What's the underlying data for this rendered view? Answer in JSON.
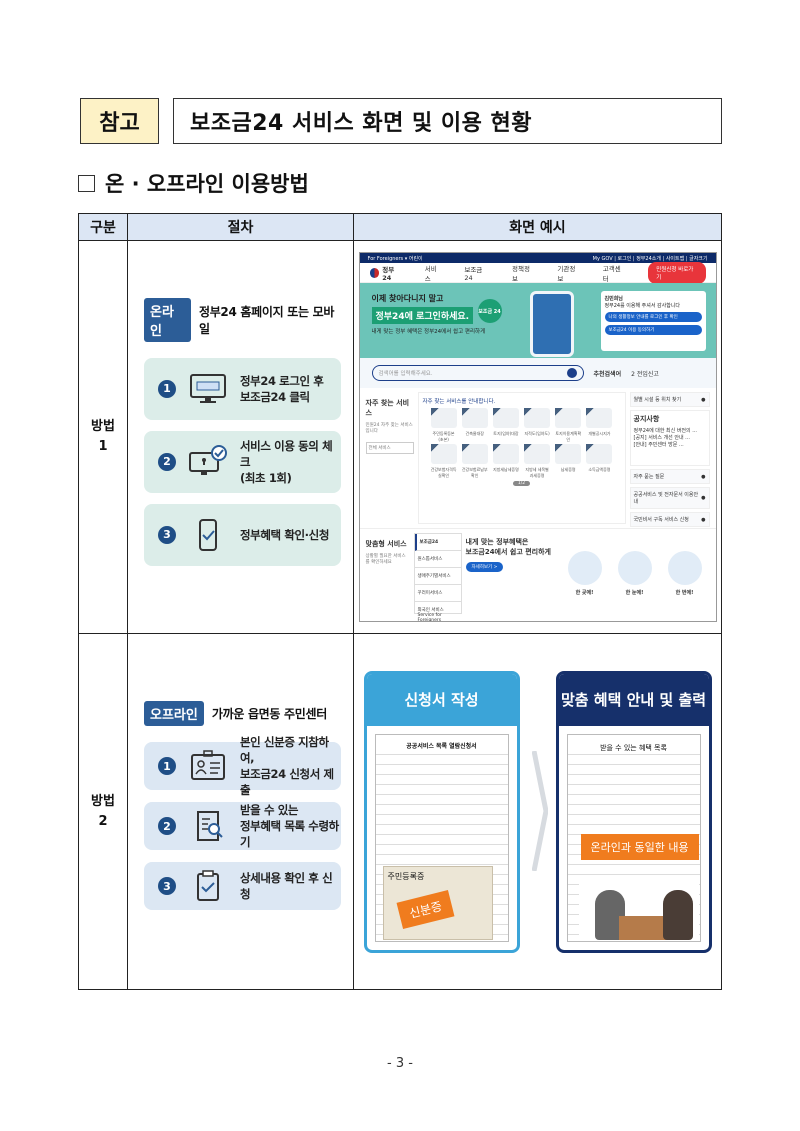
{
  "header": {
    "ref_badge": "참고",
    "title": "보조금24 서비스 화면 및 이용 현황"
  },
  "section": {
    "title": "온 · 오프라인 이용방법"
  },
  "table": {
    "columns": [
      "구분",
      "절차",
      "화면 예시"
    ],
    "rows": [
      {
        "label": "방법",
        "label_num": "1",
        "procedure": {
          "tag": "온라인",
          "title": "정부24 홈페이지 또는 모바일",
          "steps": [
            {
              "num": "1",
              "icon": "monitor-subsidy-icon",
              "line1": "정부24 로그인 후",
              "line2": "보조금24 클릭"
            },
            {
              "num": "2",
              "icon": "monitor-lock-check-icon",
              "line1": "서비스 이용 동의 체크",
              "line2": "(최초 1회)"
            },
            {
              "num": "3",
              "icon": "phone-check-icon",
              "line1": "정부혜택 확인·신청",
              "line2": ""
            }
          ]
        },
        "screenshot": {
          "topbar_left": "For Foreigners ▾   어린이",
          "topbar_right": "My GOV | 로그인 | 정부24소개 | 사이트맵 | 글자크기",
          "logo": "정부24",
          "nav": [
            "서비스",
            "보조금24",
            "정책정보",
            "기관정보",
            "고객센터"
          ],
          "nav_cta": "민원신청 바로가기",
          "hero_line1": "이제 찾아다니지 말고",
          "hero_line2": "정부24에 로그인하세요.",
          "hero_line3": "내게 맞는 정부 혜택은 정부24에서 쉽고 편리하게",
          "hero_badge": "보조금 24",
          "login_name": "김민희님",
          "login_greet": "정부24를 이용해 주셔서 감사합니다",
          "login_btn1": "나의 생활정보 안내를 로그인 후 확인",
          "login_btn2": "보조금24 이용 동의하기",
          "search_placeholder": "검색어를 입력해주세요.",
          "search_recommend_label": "추천검색어",
          "search_recommend_value": "2 전입신고",
          "freq_title": "자주 찾는 서비스",
          "freq_sub": "민원24 자주 찾는 서비스 입니다",
          "freq_header": "자주 찾는 서비스를 안내합니다.",
          "freq_all": "전체 서비스",
          "freq_items": [
            "주민등록등본(초본)",
            "건축물대장",
            "토지(임야)대장",
            "지적도(임야도)",
            "토지이용계획확인",
            "개별공시지가",
            "건강보험자격득실확인",
            "건강보험료납부확인",
            "지방세납세증명",
            "지방세 세목별과세증명",
            "납세증명",
            "소득금액증명"
          ],
          "freq_pager": "1/2",
          "right_box1": "월별 시설 등 위치 찾기",
          "notice_title": "공지사항",
          "notices": [
            "정부24에 대한 최신 버전의 ...",
            "[공지] 서비스 개선 안내 ...",
            "[안내] 주민센터 방문 ..."
          ],
          "right_box2": "자주 묻는 질문",
          "right_box3": "공공서비스 및 전자문서 이용안내",
          "right_box4": "국민비서 구독 서비스 신청",
          "custom_title": "맞춤형 서비스",
          "custom_sub": "상황별 필요한 서비스를 확인하세요",
          "custom_tabs": [
            "보조금24",
            "원스톱서비스",
            "생애주기별서비스",
            "꾸러미서비스",
            "외국인 서비스 Service for Foreigners"
          ],
          "custom_pitch1": "내게 맞는 정부혜택은",
          "custom_pitch2": "보조금24에서 쉽고 편리하게",
          "custom_btn": "자세히보기 >",
          "custom_circles": [
            "한 곳에!",
            "한 눈에!",
            "한 번에!"
          ]
        }
      },
      {
        "label": "방법",
        "label_num": "2",
        "procedure": {
          "tag": "오프라인",
          "title": "가까운 읍면동 주민센터",
          "steps": [
            {
              "num": "1",
              "icon": "id-card-icon",
              "line1": "본인 신분증 지참하여,",
              "line2": "보조금24 신청서 제출"
            },
            {
              "num": "2",
              "icon": "document-search-icon",
              "line1": "받을 수 있는",
              "line2": "정부혜택 목록 수령하기"
            },
            {
              "num": "3",
              "icon": "clipboard-check-icon",
              "line1": "상세내용 확인 후 신청",
              "line2": ""
            }
          ]
        },
        "cards": [
          {
            "title": "신청서 작성",
            "form_title": "공공서비스 목록 열람신청서",
            "id_title": "주민등록증",
            "stamp": "신분증"
          },
          {
            "title": "맞춤 혜택 안내 및 출력",
            "doc_title": "받을 수 있는 혜택 목록",
            "stamp": "온라인과 동일한 내용"
          }
        ]
      }
    ]
  },
  "footer": {
    "page": "- 3 -"
  },
  "colors": {
    "ref_badge_bg": "#fdf2c6",
    "table_header_bg": "#dce6f4",
    "online_step_bg": "#dcede9",
    "offline_step_bg": "#dce7f3",
    "tag_bg": "#2c5d97",
    "card1_accent": "#3ba4d8",
    "card2_accent": "#16306b",
    "stamp_orange": "#f07c1e"
  }
}
